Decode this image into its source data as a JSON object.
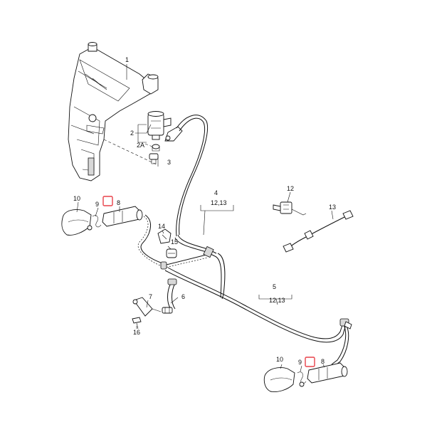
{
  "diagram": {
    "callouts": {
      "c1": "1",
      "c2": "2",
      "c2a": "2A",
      "c3": "3",
      "c4": "4",
      "c4sub": "12,13",
      "c5": "5",
      "c5sub": "12,13",
      "c6": "6",
      "c7": "7",
      "c8a": "8",
      "c8b": "8",
      "c9a": "9",
      "c9b": "9",
      "c10a": "10",
      "c10b": "10",
      "c12": "12",
      "c13": "13",
      "c14": "14",
      "c15": "15",
      "c16": "16"
    },
    "colors": {
      "line": "#111111",
      "highlight": "#e8424a",
      "background": "#ffffff"
    }
  }
}
